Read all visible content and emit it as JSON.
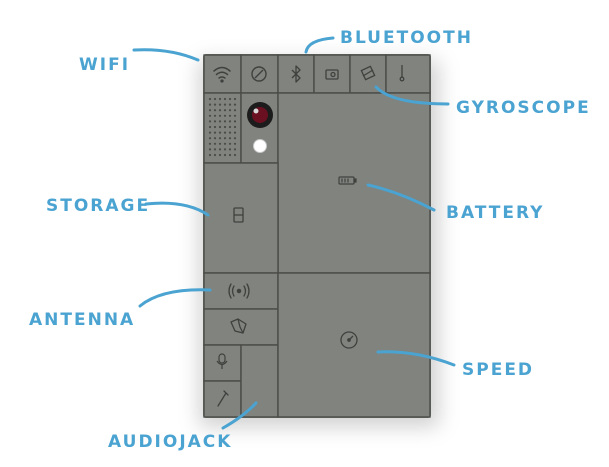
{
  "labels": {
    "wifi": "WIFI",
    "bluetooth": "BLUETOOTH",
    "gyroscope": "GYROSCOPE",
    "storage": "STORAGE",
    "battery": "BATTERY",
    "antenna": "ANTENNA",
    "speed": "SPEED",
    "audiojack": "AUDIOJACK"
  },
  "colors": {
    "phone_body": "#7a7d78",
    "module_face": "#80837e",
    "seam": "#4a4c48",
    "icon": "#3f413e",
    "callout": "#4aa3d1",
    "camera_lens": "#6b1020",
    "flash": "#ffffff"
  },
  "icons": [
    "wifi-icon",
    "compass-icon",
    "bluetooth-icon",
    "camera-small-icon",
    "gyroscope-icon",
    "thermometer-icon",
    "storage-icon",
    "battery-icon",
    "antenna-icon",
    "speaker-icon",
    "speed-gauge-icon",
    "microphone-icon",
    "audiojack-icon"
  ]
}
